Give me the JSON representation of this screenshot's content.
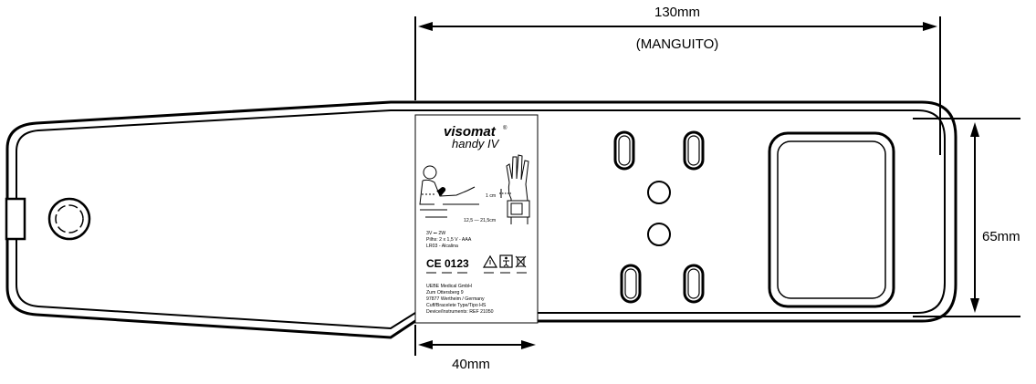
{
  "dimensions": {
    "cuff_length": "130mm",
    "cuff_label": "(MANGUITO)",
    "height": "65mm",
    "offset": "40mm"
  },
  "label": {
    "brand": "visomat",
    "registered": "®",
    "model": "handy IV",
    "measure_gap": "1 cm",
    "wrist_range": "12,5 — 21,5cm",
    "power_line1": "3V ⎓ 2W",
    "power_line2": "Pilhs: 2 x 1,5 V - AAA",
    "power_line3": "LR03 - Alcalina",
    "ce_mark": "CE 0123",
    "company_line1": "UEBE Medical GmbH",
    "company_line2": "Zum Ottersberg 9",
    "company_line3": "97877 Wertheim / Germany",
    "company_line4": "Cuff/Bracelete Type/Tipo HS",
    "company_line5": "Device/Instruments: REF 21050"
  }
}
